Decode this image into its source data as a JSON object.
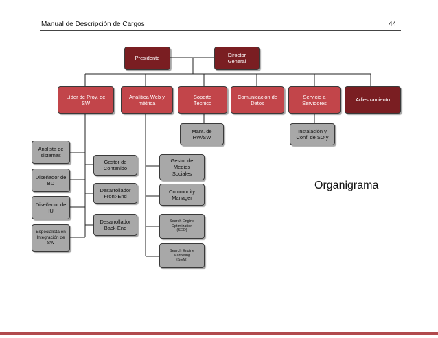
{
  "header": {
    "title": "Manual de Descripción de Cargos",
    "page": "44"
  },
  "top": {
    "presidente": "Presidente",
    "director": "Director\nGeneral"
  },
  "areas": {
    "lider": "Líder de Proy. de\nSW",
    "analitica": "Analítica Web y\nmétrica",
    "soporte": "Soporte\nTécnico",
    "comunicacion": "Comunicación de\nDatos",
    "servicio": "Servicio a\nServidores",
    "adiestramiento": "Adiestramiento"
  },
  "sub": {
    "mant": "Mant. de\nHW/SW",
    "instalacion": "Instalación y\nConf. de SO y",
    "analista": "Analista de\nsistemas",
    "disenador_bd": "Diseñador de\nBD",
    "disenador_iu": "Diseñador de\nIU",
    "especialista": "Especialista en\nIntegración de\nSW",
    "gestor_contenido": "Gestor de\nContenido",
    "front": "Desarrollador\nFront-End",
    "back": "Desarrollador\nBack-End",
    "medios": "Gestor de\nMedios\nSociales",
    "community": "Community\nManager",
    "seo": "Search Engine\nOptimization\n(SEO)",
    "sem": "Search Engine\nMarketing\n(SEM)"
  },
  "label": "Organigrama"
}
